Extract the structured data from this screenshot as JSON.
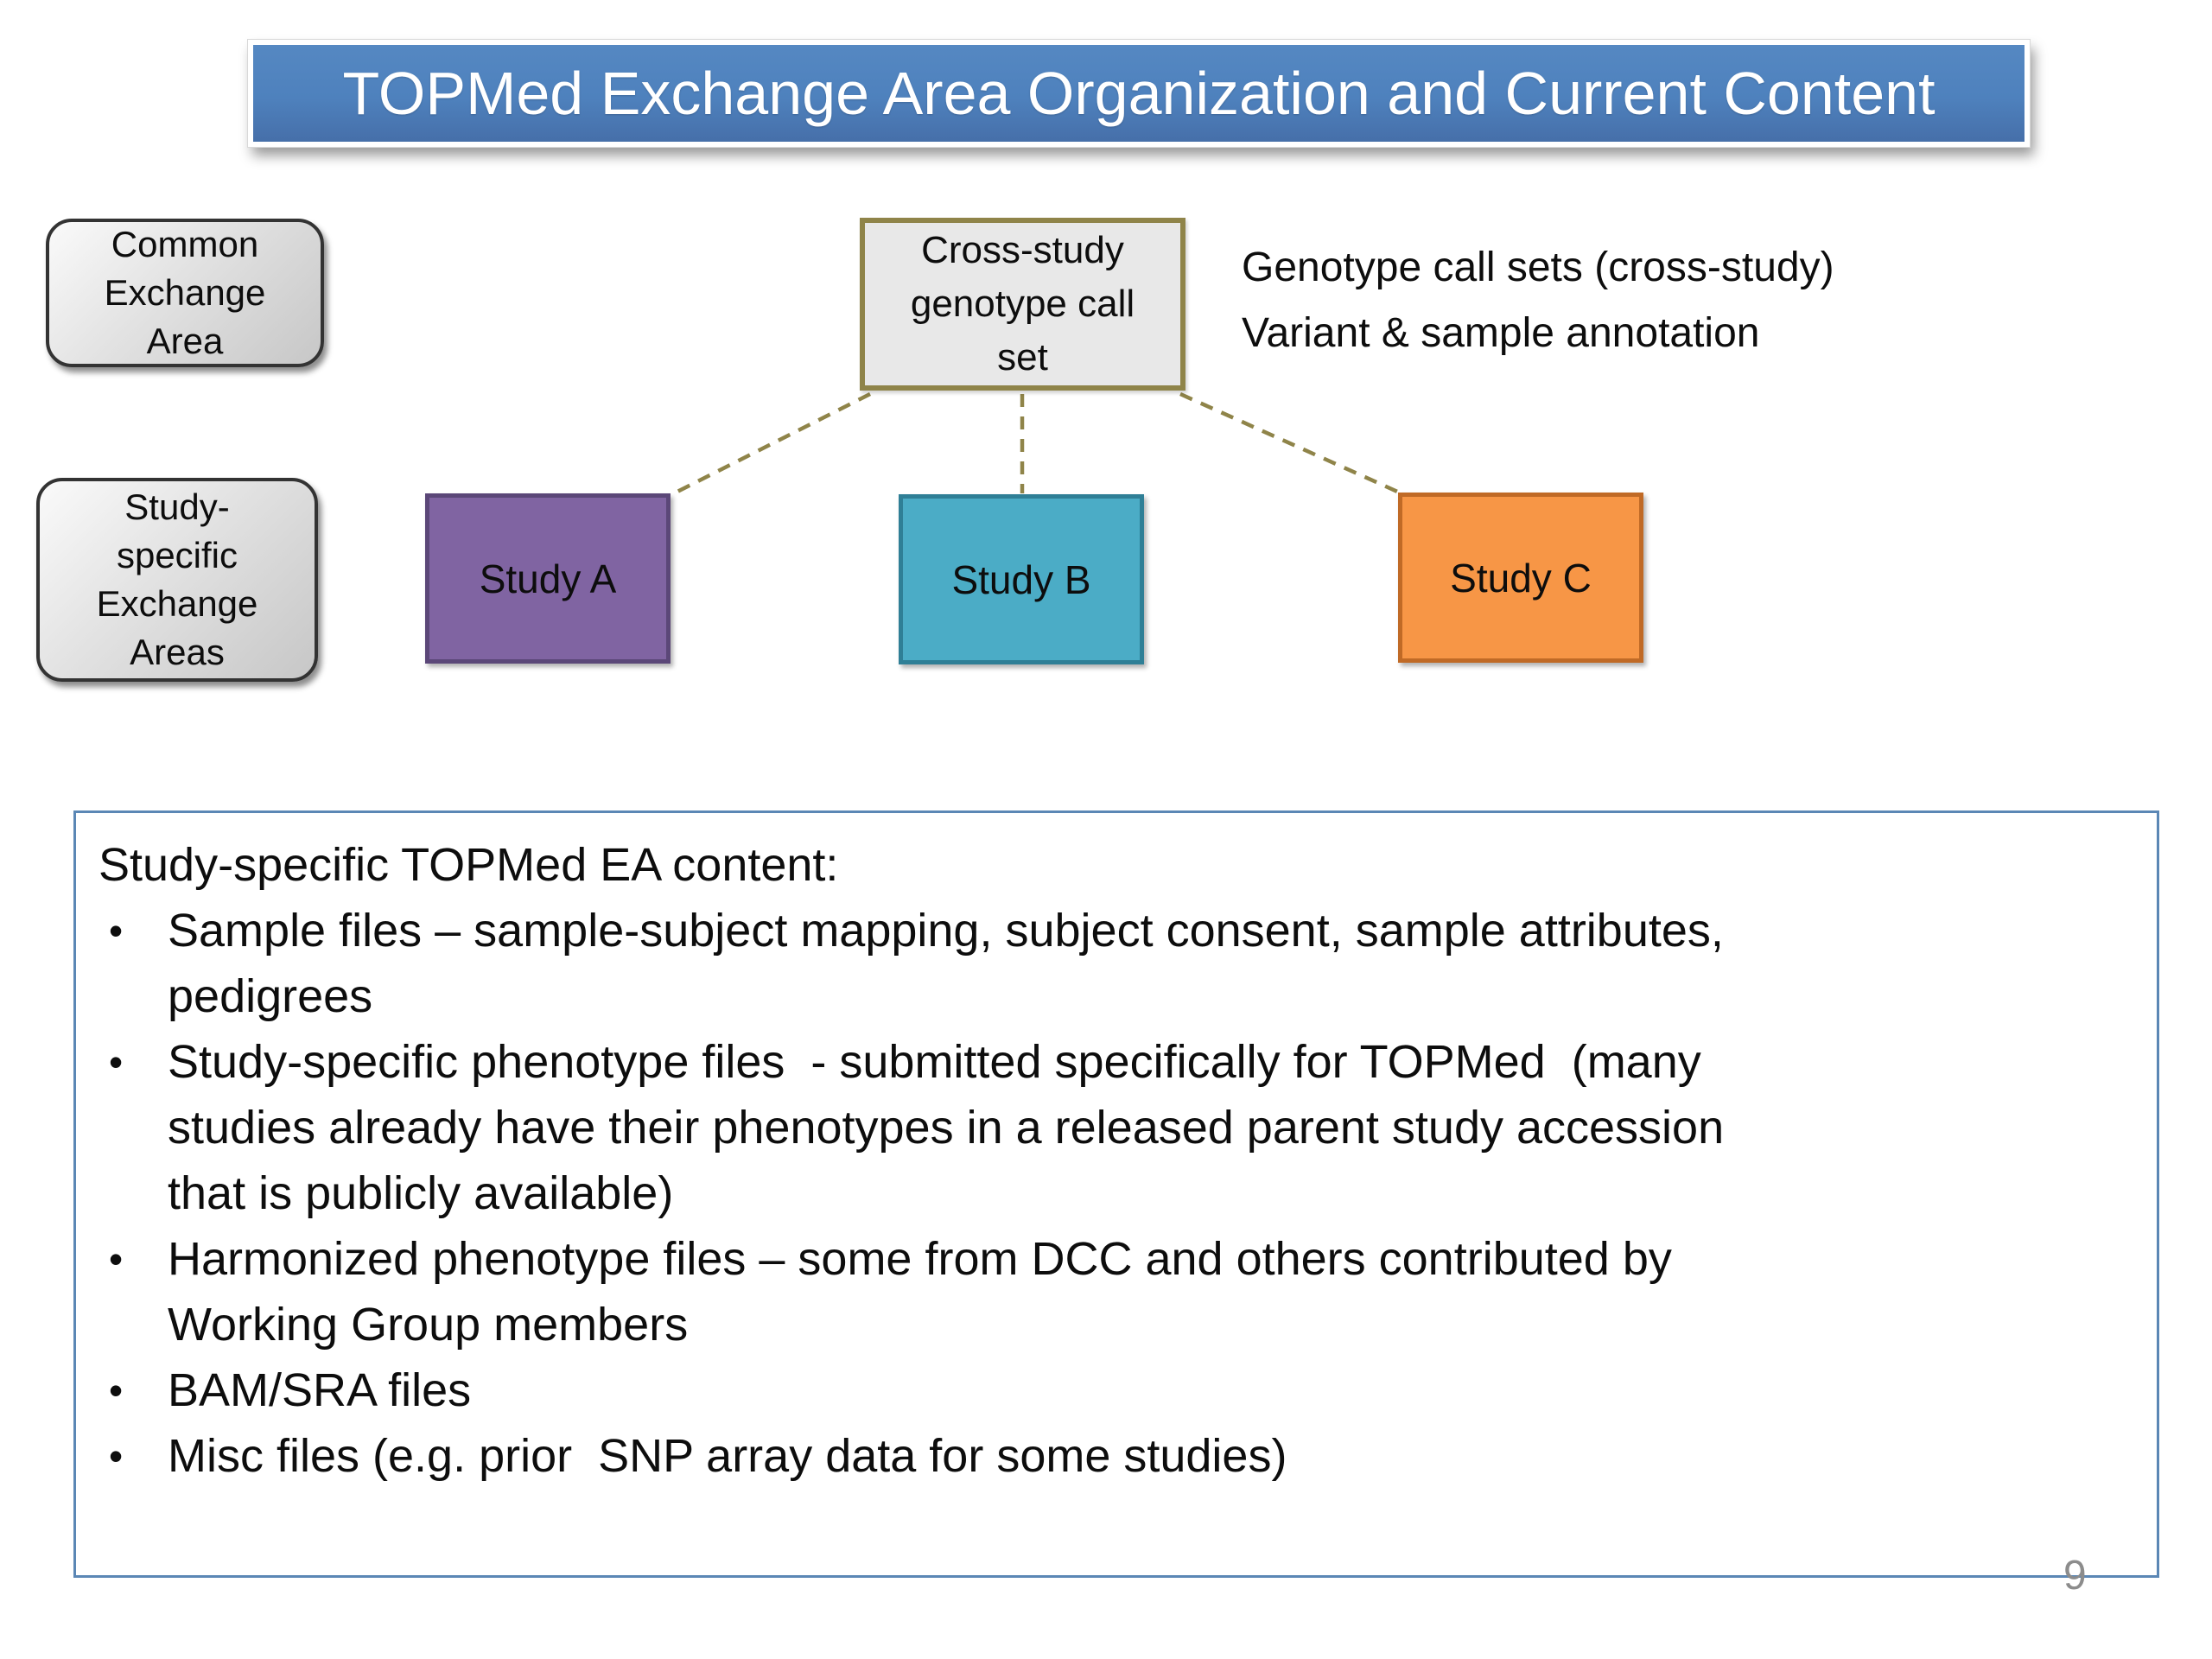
{
  "slide": {
    "title": "TOPMed Exchange Area Organization and Current Content",
    "page_number": "9"
  },
  "diagram": {
    "common_exchange_box": "Common\nExchange\nArea",
    "study_specific_box": "Study-\nspecific\nExchange\nAreas",
    "cross_study_box": "Cross-study\ngenotype call\nset",
    "annotation": {
      "line1": "Genotype call sets (cross-study)",
      "line2": "Variant & sample annotation"
    },
    "studies": [
      {
        "label": "Study A",
        "fill": "#8064a2",
        "border": "#5b4778"
      },
      {
        "label": "Study B",
        "fill": "#4bacc6",
        "border": "#2f7f96"
      },
      {
        "label": "Study C",
        "fill": "#f79646",
        "border": "#c06a26"
      }
    ],
    "connector_color": "#8f8449"
  },
  "content_panel": {
    "heading": "Study-specific TOPMed EA content:",
    "bullet_glyph": "•",
    "bullets": [
      "Sample files – sample-subject mapping, subject consent, sample attributes,\npedigrees",
      "Study-specific phenotype files  - submitted specifically for TOPMed  (many\nstudies already have their phenotypes in a released parent study accession\nthat is publicly available)",
      "Harmonized phenotype files – some from DCC and others contributed by\nWorking Group members",
      "BAM/SRA files",
      "Misc files (e.g. prior  SNP array data for some studies)"
    ],
    "border_color": "#5b87b5"
  },
  "colors": {
    "title_bar_blue": "#4e81bd",
    "olive_accent": "#8f8449",
    "gray_box_fill": "#d9d9d9"
  }
}
